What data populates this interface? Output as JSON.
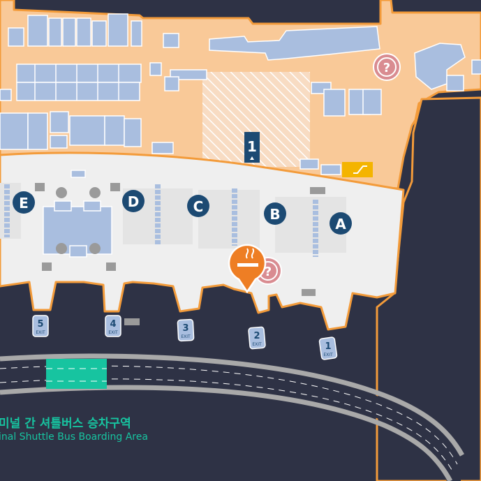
{
  "floor_badge": "1",
  "counters": [
    {
      "letter": "A"
    },
    {
      "letter": "B"
    },
    {
      "letter": "C"
    },
    {
      "letter": "D"
    },
    {
      "letter": "E"
    }
  ],
  "exits": [
    {
      "number": "1",
      "label": "EXIT"
    },
    {
      "number": "2",
      "label": "EXIT"
    },
    {
      "number": "3",
      "label": "EXIT"
    },
    {
      "number": "4",
      "label": "EXIT"
    },
    {
      "number": "5",
      "label": "EXIT"
    }
  ],
  "shuttle_area": {
    "title_ko": "미널 간 셔틀버스 승차구역",
    "title_en": "inal Shuttle Bus Boarding Area"
  },
  "icons": {
    "smoking_area": "smoking-area-pin-icon",
    "information": "information-question-icon",
    "escalator": "escalator-icon"
  },
  "colors": {
    "background": "#2e3245",
    "zone_orange": "#f9c998",
    "outline_orange": "#f39b3a",
    "terminal_floor": "#efefef",
    "buildings": "#a9bedf",
    "counter_badge": "#1c4a73",
    "accent_teal": "#17c4a0",
    "info_pink": "#d98c91",
    "smoking_orange": "#ee7e24"
  }
}
